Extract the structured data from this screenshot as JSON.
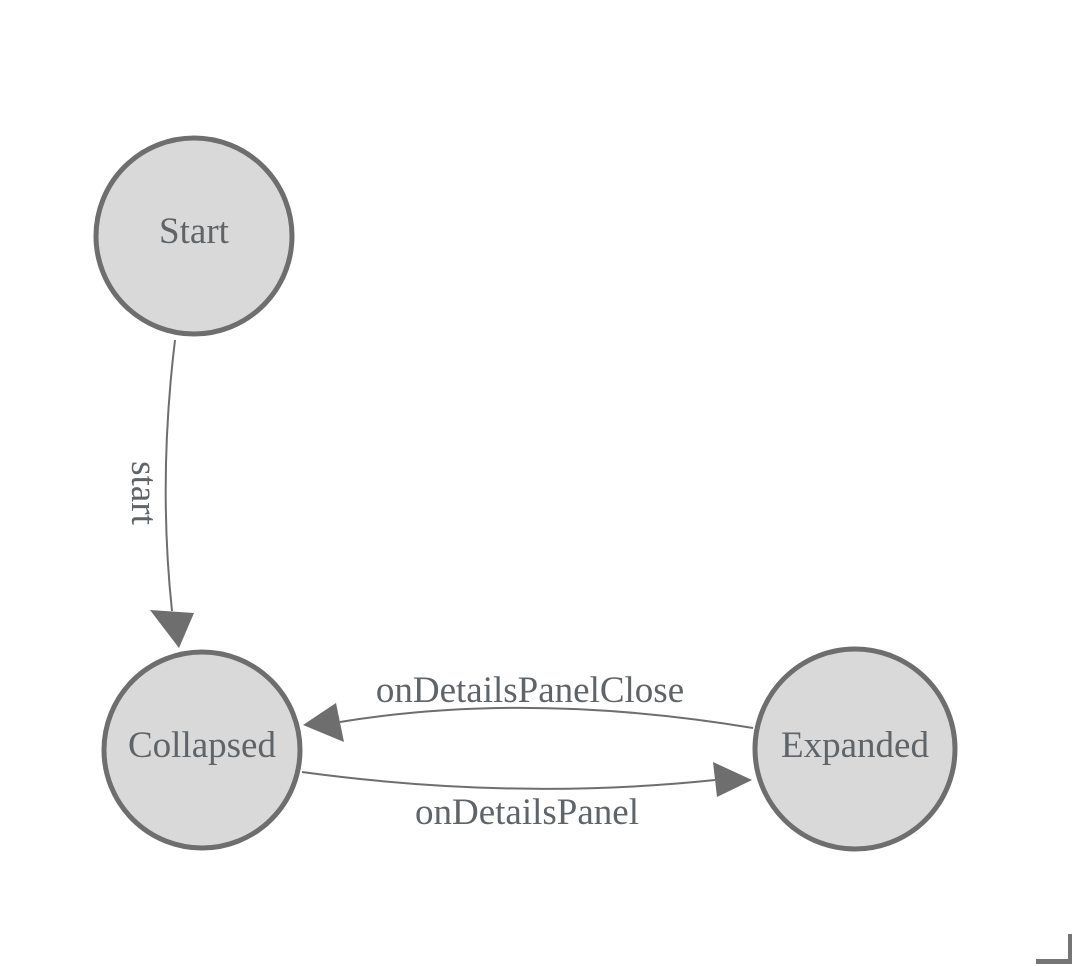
{
  "diagram": {
    "kind": "state-machine",
    "colors": {
      "background": "#ffffff",
      "node_fill": "#d9d9d9",
      "node_border": "#6e6e6e",
      "edge_line": "#6e6e6e",
      "arrowhead": "#6e6e6e",
      "label_text": "#5f6468",
      "corner_mark": "#757575"
    },
    "nodes": [
      {
        "id": "start",
        "label": "Start"
      },
      {
        "id": "collapsed",
        "label": "Collapsed"
      },
      {
        "id": "expanded",
        "label": "Expanded"
      }
    ],
    "edges": [
      {
        "from": "start",
        "to": "collapsed",
        "label": "start"
      },
      {
        "from": "collapsed",
        "to": "expanded",
        "label": "onDetailsPanel"
      },
      {
        "from": "expanded",
        "to": "collapsed",
        "label": "onDetailsPanelClose"
      }
    ]
  }
}
